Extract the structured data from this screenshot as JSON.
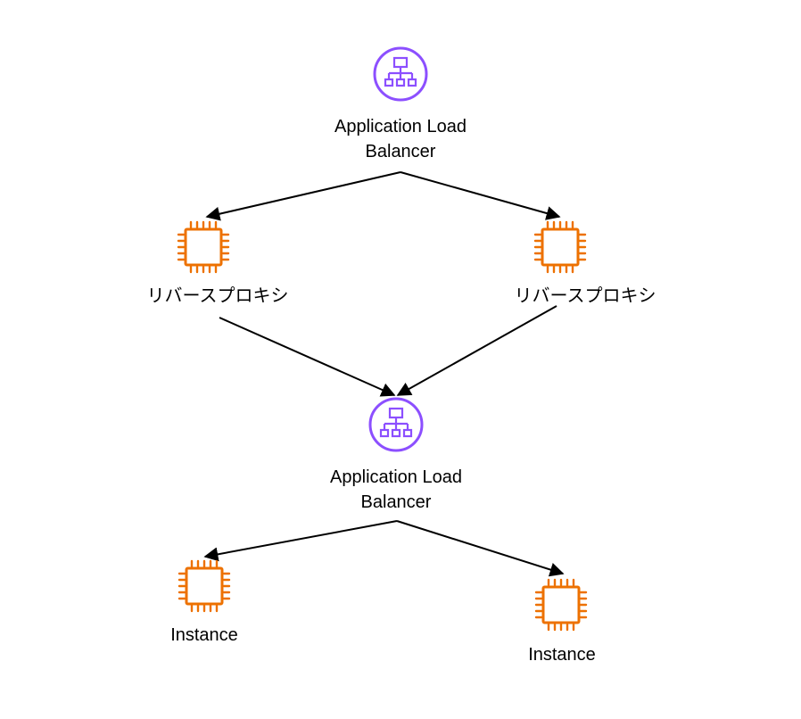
{
  "nodes": {
    "alb_top": {
      "label_line1": "Application Load",
      "label_line2": "Balancer",
      "icon": "load-balancer-icon",
      "color": "#8C4FFF"
    },
    "proxy_left": {
      "label": "リバースプロキシ",
      "icon": "ec2-instance-icon",
      "color": "#ED7100"
    },
    "proxy_right": {
      "label": "リバースプロキシ",
      "icon": "ec2-instance-icon",
      "color": "#ED7100"
    },
    "alb_bottom": {
      "label_line1": "Application Load",
      "label_line2": "Balancer",
      "icon": "load-balancer-icon",
      "color": "#8C4FFF"
    },
    "instance_left": {
      "label": "Instance",
      "icon": "ec2-instance-icon",
      "color": "#ED7100"
    },
    "instance_right": {
      "label": "Instance",
      "icon": "ec2-instance-icon",
      "color": "#ED7100"
    }
  },
  "edges": [
    {
      "from": "alb_top",
      "to": "proxy_left"
    },
    {
      "from": "alb_top",
      "to": "proxy_right"
    },
    {
      "from": "proxy_left",
      "to": "alb_bottom"
    },
    {
      "from": "proxy_right",
      "to": "alb_bottom"
    },
    {
      "from": "alb_bottom",
      "to": "instance_left"
    },
    {
      "from": "alb_bottom",
      "to": "instance_right"
    }
  ]
}
